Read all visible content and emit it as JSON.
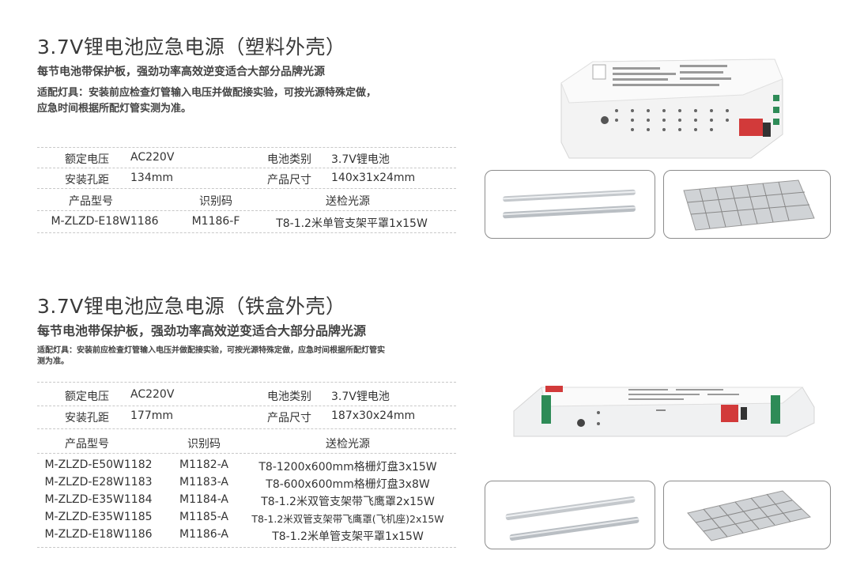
{
  "section1": {
    "title": "3.7V锂电池应急电源（塑料外壳）",
    "subtitle": "每节电池带保护板，强劲功率高效逆变适合大部分品牌光源",
    "note_line1": "适配灯具：安装前应检查灯管输入电压并做配接实验，可按光源特殊定做，",
    "note_line2": "应急时间根据所配灯管实测为准。",
    "specs": {
      "voltage_label": "额定电压",
      "voltage_value": "AC220V",
      "battery_label": "电池类别",
      "battery_value": "3.7V锂电池",
      "hole_label": "安装孔距",
      "hole_value": "134mm",
      "size_label": "产品尺寸",
      "size_value": "140x31x24mm"
    },
    "columns": [
      "产品型号",
      "识别码",
      "送检光源"
    ],
    "rows": [
      [
        "M-ZLZD-E18W1186",
        "M1186-F",
        "T8-1.2米单管支架平罩1x15W"
      ]
    ]
  },
  "section2": {
    "title": "3.7V锂电池应急电源（铁盒外壳）",
    "subtitle": "每节电池带保护板，强劲功率高效逆变适合大部分品牌光源",
    "note_line1": "适配灯具：安装前应检查灯管输入电压并做配接实验，可按光源特殊定做，应急时间根据所配灯管实",
    "note_line2": "测为准。",
    "specs": {
      "voltage_label": "额定电压",
      "voltage_value": "AC220V",
      "battery_label": "电池类别",
      "battery_value": "3.7V锂电池",
      "hole_label": "安装孔距",
      "hole_value": "177mm",
      "size_label": "产品尺寸",
      "size_value": "187x30x24mm"
    },
    "columns": [
      "产品型号",
      "识别码",
      "送检光源"
    ],
    "rows": [
      [
        "M-ZLZD-E50W1182",
        "M1182-A",
        "T8-1200x600mm格栅灯盘3x15W"
      ],
      [
        "M-ZLZD-E28W1183",
        "M1183-A",
        "T8-600x600mm格栅灯盘3x8W"
      ],
      [
        "M-ZLZD-E35W1184",
        "M1184-A",
        "T8-1.2米双管支架带飞鹰罩2x15W"
      ],
      [
        "M-ZLZD-E35W1185",
        "M1185-A",
        "T8-1.2米双管支架带飞鹰罩(飞机座)2x15W"
      ],
      [
        "M-ZLZD-E18W1186",
        "M1186-A",
        "T8-1.2米单管支架平罩1x15W"
      ]
    ]
  }
}
